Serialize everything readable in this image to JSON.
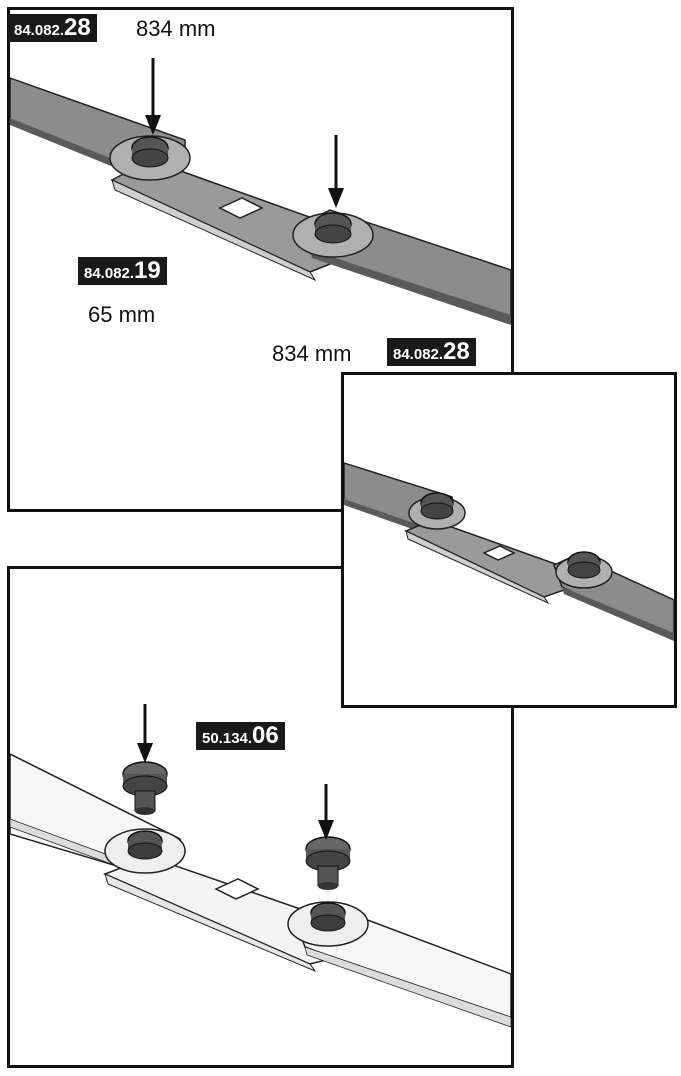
{
  "parts": {
    "top_left": {
      "prefix": "84.082.",
      "suffix": "28",
      "length": "834 mm"
    },
    "middle": {
      "prefix": "84.082.",
      "suffix": "19",
      "length": "65 mm"
    },
    "right": {
      "prefix": "84.082.",
      "suffix": "28",
      "length": "834 mm"
    },
    "screw": {
      "prefix": "50.134.",
      "suffix": "06"
    }
  },
  "colors": {
    "bar_dark": "#8c8c8c",
    "bar_light": "#f2f2f2",
    "badge_bg": "#1a1a1a",
    "outline": "#111111"
  }
}
